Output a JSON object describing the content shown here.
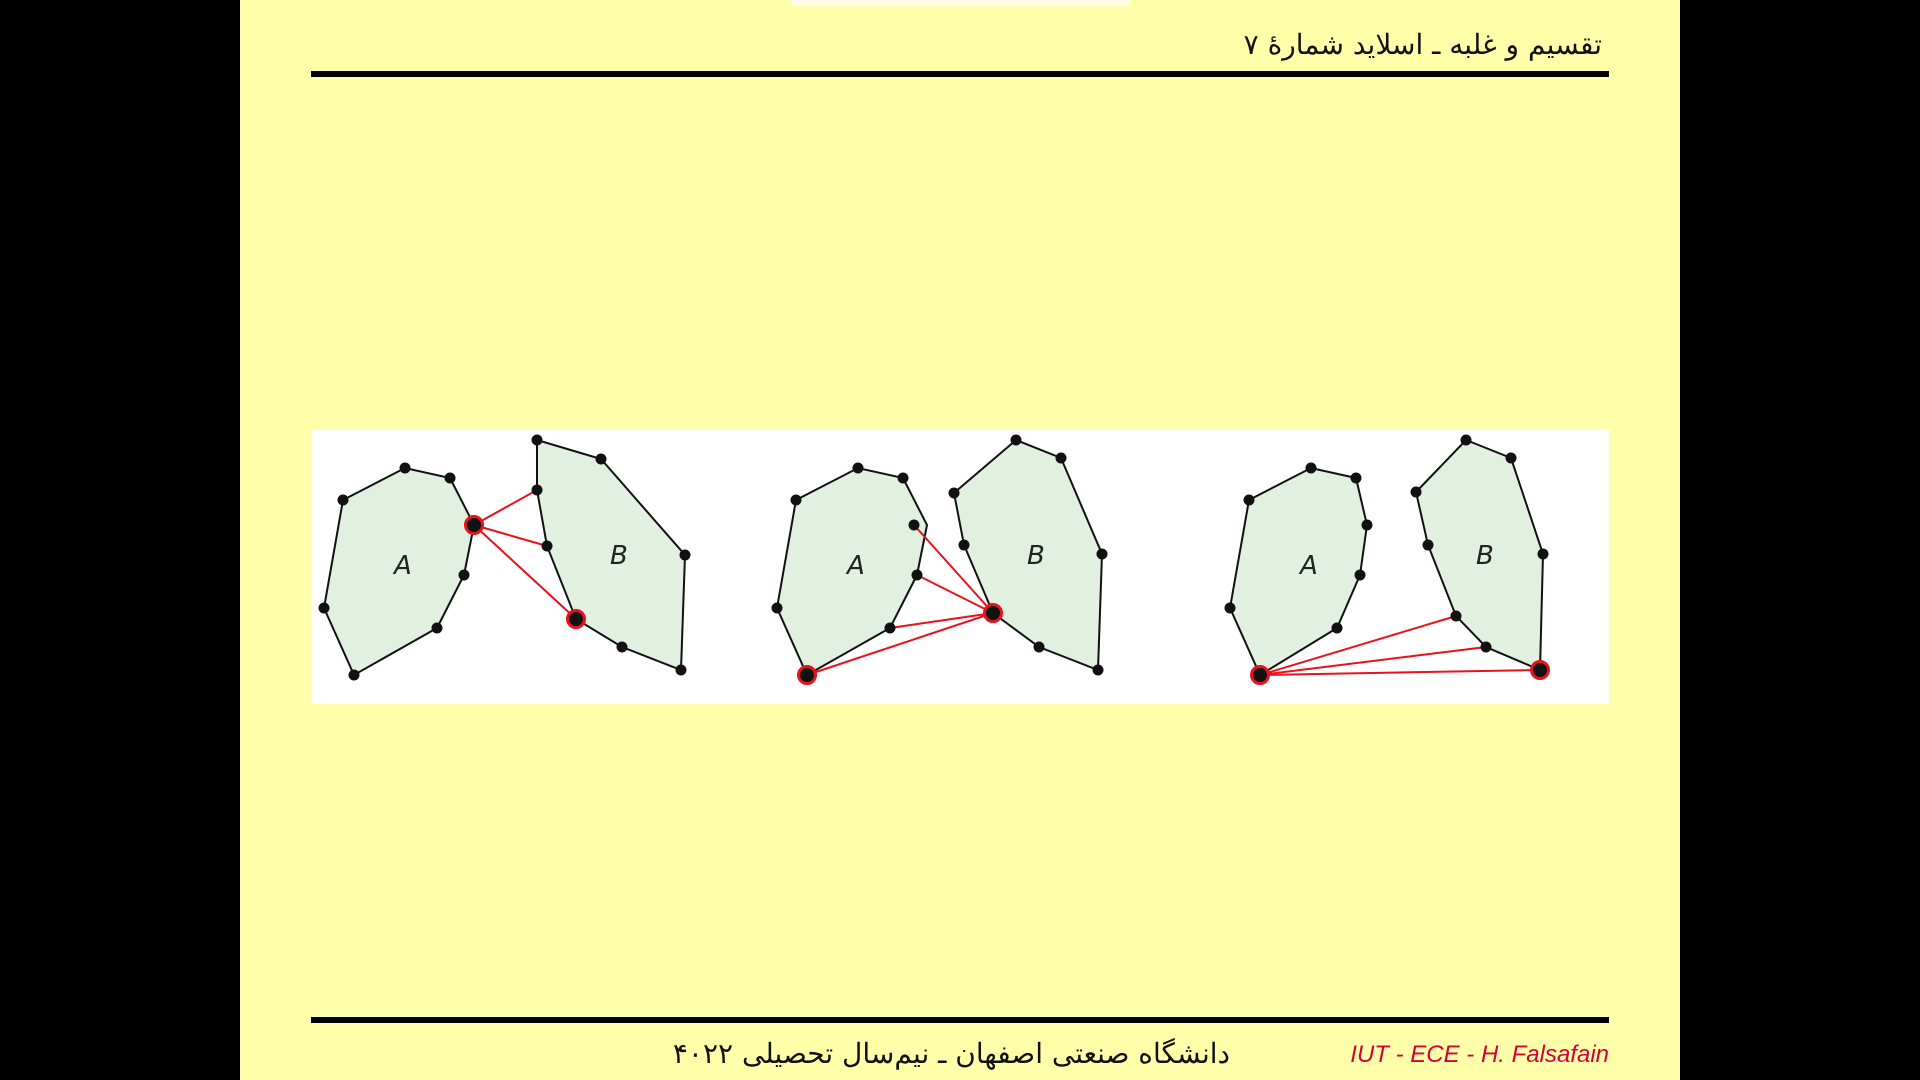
{
  "header": {
    "title": "تقسیم و غلبه ـ اسلاید شمارهٔ ۷"
  },
  "figure": {
    "panels": [
      {
        "label_a": "A",
        "label_b": "B"
      },
      {
        "label_a": "A",
        "label_b": "B"
      },
      {
        "label_a": "A",
        "label_b": "B"
      }
    ],
    "colors": {
      "polygon_fill": "#e2f0e2",
      "edge": "#111111",
      "vertex": "#111111",
      "tangent": "#e8111c"
    }
  },
  "footer": {
    "institution": "دانشگاه صنعتی اصفهان ـ نیم‌سال تحصیلی ۴۰۲۲",
    "credit": "IUT - ECE - H. Falsafain"
  }
}
